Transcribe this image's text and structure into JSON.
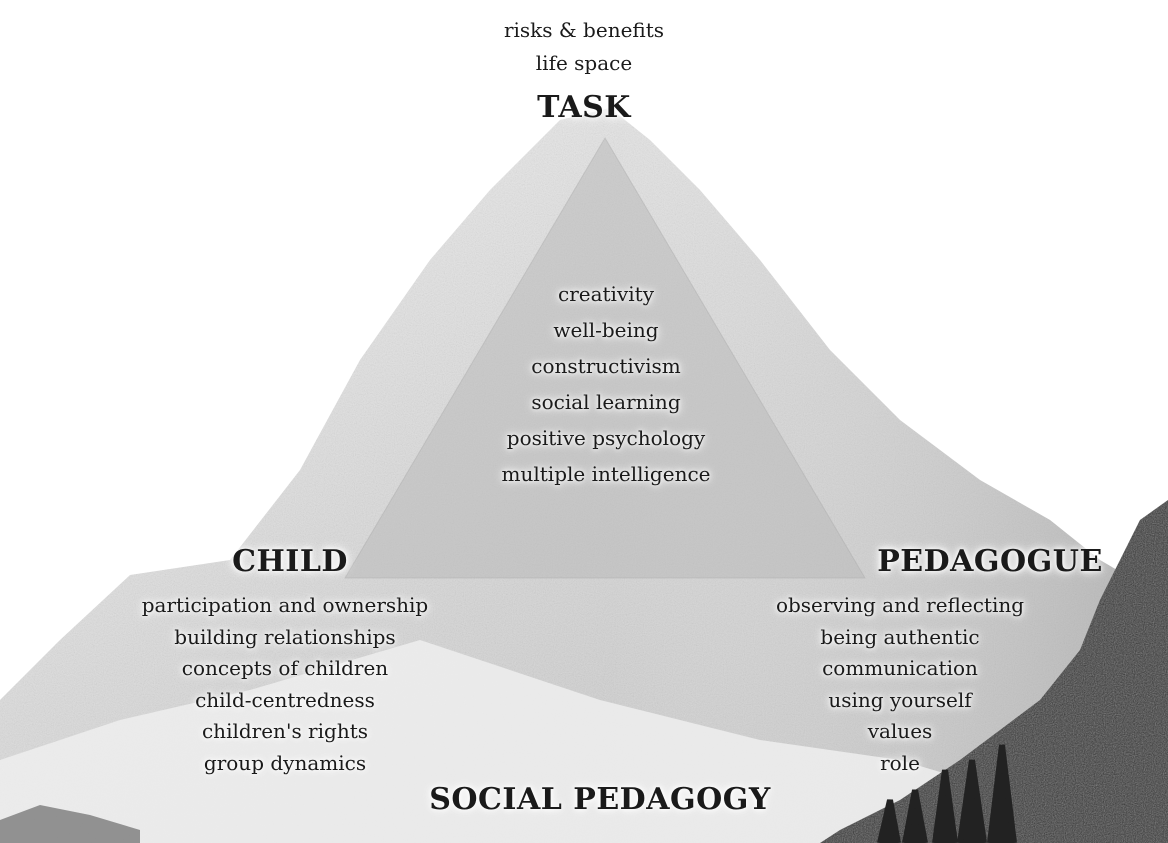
{
  "diagram": {
    "top_notes": [
      "risks & benefits",
      "life space"
    ],
    "task": "TASK",
    "center_items": [
      "creativity",
      "well-being",
      "constructivism",
      "social learning",
      "positive psychology",
      "multiple intelligence"
    ],
    "child": {
      "heading": "CHILD",
      "items": [
        "participation and ownership",
        "building relationships",
        "concepts of children",
        "child-centredness",
        "children's rights",
        "group dynamics"
      ]
    },
    "pedagogue": {
      "heading": "PEDAGOGUE",
      "items": [
        "observing and reflecting",
        "being authentic",
        "communication",
        "using yourself",
        "values",
        "role"
      ]
    },
    "base": "SOCIAL PEDAGOGY"
  },
  "colors": {
    "triangle_fill": "#cfcfcf",
    "mountain_light": "#e9e9e9",
    "mountain_mid": "#bdbdbd",
    "forest_dark": "#2a2a2a"
  }
}
